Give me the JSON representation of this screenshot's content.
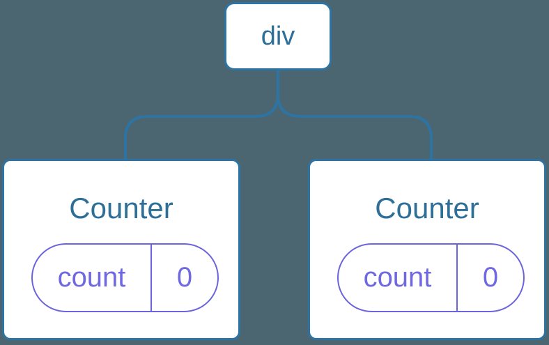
{
  "diagram": {
    "type": "component-tree",
    "root": {
      "label": "div"
    },
    "children": [
      {
        "title": "Counter",
        "state": {
          "key": "count",
          "value": "0"
        }
      },
      {
        "title": "Counter",
        "state": {
          "key": "count",
          "value": "0"
        }
      }
    ],
    "colors": {
      "background": "#4b6670",
      "connector": "#2d74a4",
      "card_bg": "#ffffff",
      "card_border": "#2d74a4",
      "heading_text": "#2e6f97",
      "state_accent": "#6b64dc",
      "state_text": "#7068e0"
    }
  }
}
